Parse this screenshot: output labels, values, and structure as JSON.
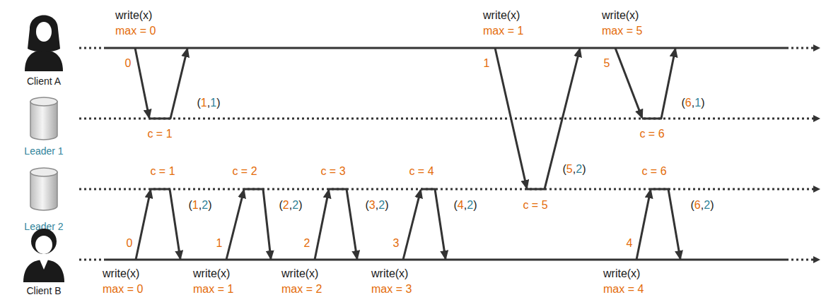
{
  "diagram": {
    "nodes": [
      {
        "text": [
          "Client A"
        ]
      },
      {
        "text": [
          "Leader 1"
        ]
      },
      {
        "text": [
          "Leader 2"
        ]
      },
      {
        "text": [
          "Client B"
        ]
      }
    ],
    "labels": [
      "write(x)",
      "max = 0",
      "write(x)",
      "max = 1",
      "write(x)",
      "max = 5",
      "0",
      "1",
      "5",
      "(1,1)",
      "(6,1)",
      "c = 1",
      "c = 6",
      "(5,2)",
      "c = 1",
      "c = 2",
      "c = 3",
      "c = 4",
      "c = 6",
      "(1,2)",
      "(2,2)",
      "(3,2)",
      "(4,2)",
      "c = 5",
      "(6,2)",
      "0",
      "1",
      "2",
      "3",
      "4",
      "write(x)",
      "max = 0",
      "write(x)",
      "max = 1",
      "write(x)",
      "max = 2",
      "write(x)",
      "max = 3",
      "write(x)",
      "max = 4"
    ]
  }
}
